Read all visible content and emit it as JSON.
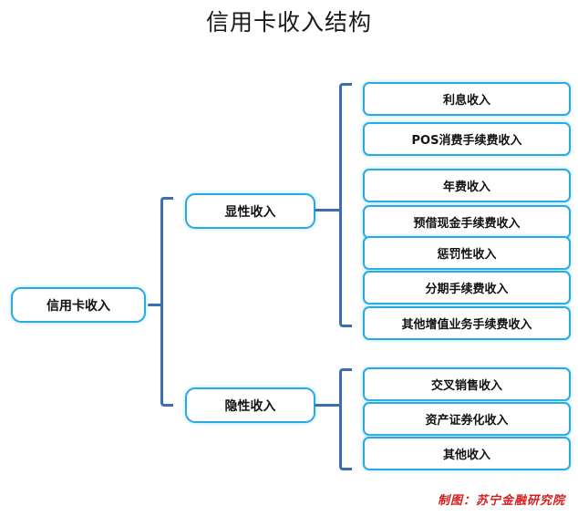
{
  "title": "信用卡收入结构",
  "colors": {
    "node_border": "#29abe2",
    "bracket": "#3b6fb0",
    "credit_text": "#d81c1c",
    "background": "#ffffff",
    "title_text": "#1a1a1a"
  },
  "diagram": {
    "type": "tree",
    "orientation": "left-to-right",
    "root": {
      "label": "信用卡收入"
    },
    "branches": [
      {
        "label": "显性收入",
        "leaves": [
          {
            "label": "利息收入"
          },
          {
            "label": "POS消费手续费收入"
          },
          {
            "label": "年费收入"
          },
          {
            "label": "预借现金手续费收入"
          },
          {
            "label": "惩罚性收入"
          },
          {
            "label": "分期手续费收入"
          },
          {
            "label": "其他增值业务手续费收入"
          }
        ]
      },
      {
        "label": "隐性收入",
        "leaves": [
          {
            "label": "交叉销售收入"
          },
          {
            "label": "资产证券化收入"
          },
          {
            "label": "其他收入"
          }
        ]
      }
    ]
  },
  "credit": "制图：苏宁金融研究院"
}
